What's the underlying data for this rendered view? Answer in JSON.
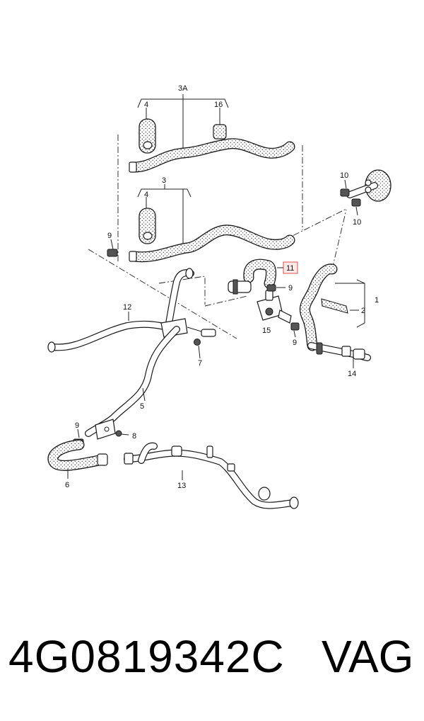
{
  "labels": {
    "l_3A": "3A",
    "l_4a": "4",
    "l_16": "16",
    "l_3": "3",
    "l_4b": "4",
    "l_9a": "9",
    "l_10a": "10",
    "l_10b": "10",
    "l_11": "11",
    "l_9b": "9",
    "l_1": "1",
    "l_2": "2",
    "l_12": "12",
    "l_15": "15",
    "l_9c": "9",
    "l_14": "14",
    "l_7": "7",
    "l_5": "5",
    "l_9d": "9",
    "l_8": "8",
    "l_6": "6",
    "l_13": "13"
  },
  "footer": {
    "part_number": "4G0819342C",
    "brand": "VAG"
  },
  "colors": {
    "hose_texture": "#ffffff",
    "highlight_box": "#d9534f"
  }
}
